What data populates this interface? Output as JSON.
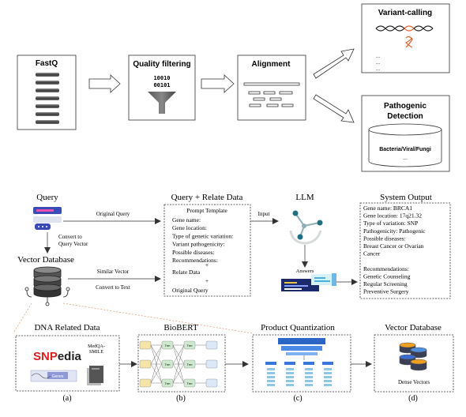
{
  "pipeline": {
    "fastq_label": "FastQ",
    "quality_label": "Quality filtering",
    "binary_line1": "10010",
    "binary_line2": "00101",
    "alignment_label": "Alignment",
    "variant_label": "Variant-calling",
    "variant_dots": [
      "...",
      "...",
      "..."
    ],
    "pathogenic_label_line1": "Pathogenic",
    "pathogenic_label_line2": "Detection",
    "pathogen_db_label": "Bacteria/Viral/Fungi",
    "pathogen_db_dots": "..."
  },
  "rag": {
    "query_title": "Query",
    "original_query_label": "Original Query",
    "convert_label_line1": "Convert to",
    "convert_label_line2": "Query Vector",
    "vector_db_title": "Vector Database",
    "similar_vector_label": "Similar Vector",
    "convert_text_label": "Convert to Text",
    "qr_title": "Query + Relate Data",
    "template_title": "Prompt Template",
    "template_lines": [
      "Gene name:",
      "Gene location:",
      "Type of genetic variation:",
      "Variant pathogenicity:",
      "Possible diseases:",
      "Recommendations:"
    ],
    "plus_sign": "+",
    "relate_data": "Relate Data",
    "original_query": "Original Query",
    "input_label": "Input",
    "llm_title": "LLM",
    "answers_label": "Answers",
    "output_title": "System Output",
    "output_lines": [
      "Gene name: BRCA1",
      "Gene location: 17q21.32",
      "Type of variation: SNP",
      "Pathogenicity: Pathogenic",
      "Possible diseases:",
      "Breast Cancer or Ovarian",
      "Cancer",
      "",
      "Recommendations:",
      "Genetic Counseling",
      "Regular Screening",
      "Preventive Surgery"
    ]
  },
  "bottom": {
    "dna_title": "DNA Related Data",
    "snpedia_snp": "SNP",
    "snpedia_rest": "edia",
    "medqa_line1": "MedQA-",
    "medqa_line2": "SMILE",
    "genes_label": "Genes",
    "biobert_title": "BioBERT",
    "trm_label": "Trm",
    "pq_title": "Product Quantization",
    "vdb2_title": "Vector Database",
    "dense_label": "Dense Vectors",
    "panel_a": "(a)",
    "panel_b": "(b)",
    "panel_c": "(c)",
    "panel_d": "(d)"
  }
}
